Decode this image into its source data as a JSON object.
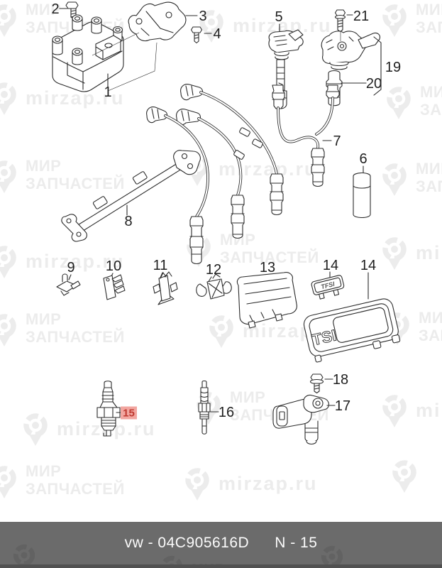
{
  "watermark": {
    "line1": "МИР",
    "line2": "ЗАПЧАСТЕЙ",
    "site": "mirzap.ru"
  },
  "footer": {
    "part_code": "vw - 04C905616D",
    "page_ref": "N - 15"
  },
  "diagram": {
    "highlighted_part": "15",
    "highlight_bg": "#f2a6a0",
    "highlight_fg": "#bf3a31",
    "cover_badge_small": "TFSI",
    "cover_badge_large": "TSI",
    "callouts": [
      "1",
      "2",
      "3",
      "4",
      "5",
      "6",
      "7",
      "8",
      "9",
      "10",
      "11",
      "12",
      "13",
      "14",
      "15",
      "16",
      "17",
      "18",
      "19",
      "20",
      "21"
    ]
  }
}
